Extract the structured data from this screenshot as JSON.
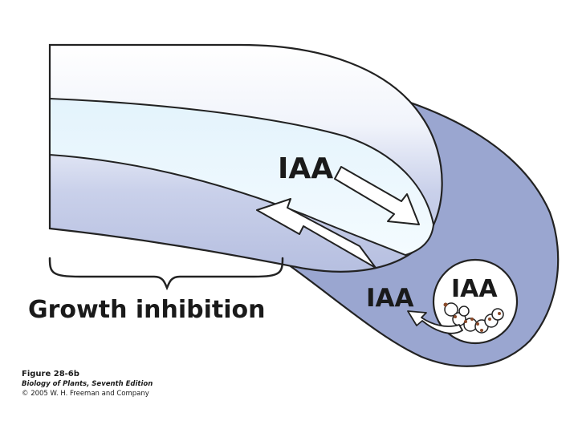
{
  "diagram": {
    "labels": {
      "iaa_upper": "IAA",
      "iaa_lower": "IAA",
      "iaa_statocyte": "IAA",
      "growth_inhibition": "Growth inhibition"
    }
  },
  "caption": {
    "figure": "Figure 28-6b",
    "book": "Biology of Plants, Seventh Edition",
    "copyright": "© 2005 W. H. Freeman and Company"
  },
  "colors": {
    "root_cap": "#9aa6d0",
    "stele_core": "#dff0fb",
    "outline": "#222222",
    "arrow_fill": "#ffffff",
    "amyloplast": "#8a4a2a"
  }
}
